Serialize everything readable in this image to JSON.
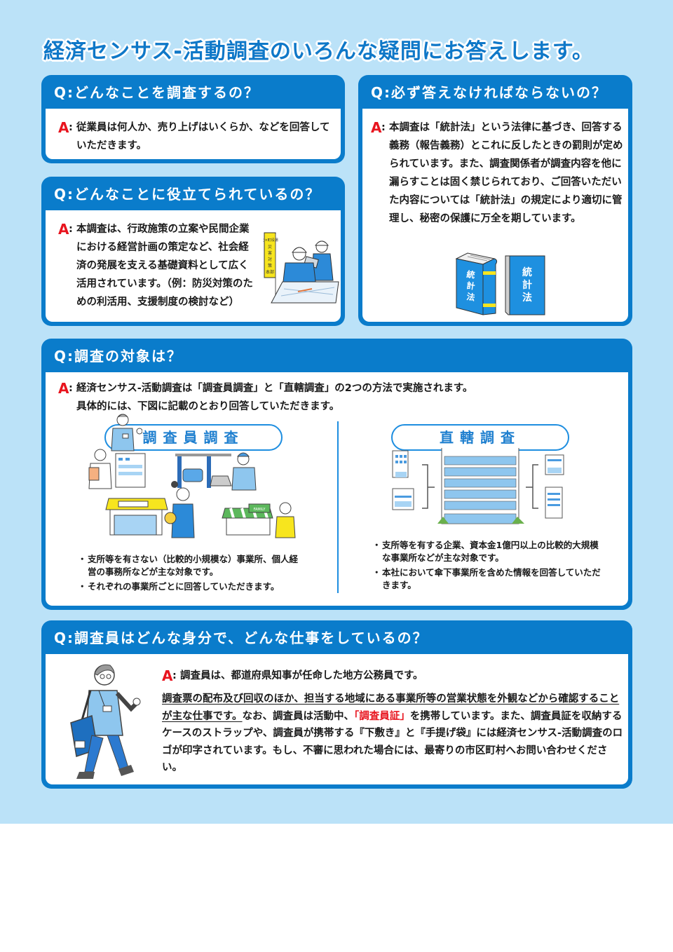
{
  "page": {
    "title": "経済センサス‐活動調査のいろんな疑問にお答えします。",
    "colors": {
      "background": "#bbe2f8",
      "card_blue": "#0a7ccb",
      "title_blue": "#0f78c8",
      "answer_red": "#e8141e",
      "accent_yellow": "#f7e51e"
    }
  },
  "faq": [
    {
      "question": "Q:どんなことを調査するの？",
      "answer_mark": "A",
      "answer": "従業員は何人か、売り上げはいくらか、などを回答していただきます。"
    },
    {
      "question": "Q:どんなことに役立てられているの？",
      "answer_mark": "A",
      "answer": "本調査は、行政施策の立案や民間企業における経営計画の策定など、社会経済の発展を支える基礎資料として広く活用されています。（例：防災対策のための利活用、支援制度の検討など）",
      "illustration": {
        "icon": "disaster-response-workers-illustration",
        "banner_text": "○×町役場 災害対策本部"
      }
    },
    {
      "question": "Q:必ず答えなければならないの？",
      "answer_mark": "A",
      "answer": "本調査は「統計法」という法律に基づき、回答する義務（報告義務）とこれに反したときの罰則が定められています。また、調査関係者が調査内容を他に漏らすことは固く禁じられており、ご回答いただいた内容については「統計法」の規定により適切に管理し、秘密の保護に万全を期しています。",
      "illustration": {
        "icon": "statistics-act-books-illustration",
        "book_label_1": "統計法",
        "book_label_2": "統計法"
      }
    },
    {
      "question": "Q:調査の対象は？",
      "answer_mark": "A",
      "answer_line1": "経済センサス‐活動調査は「調査員調査」と「直轄調査」の2つの方法で実施されます。",
      "answer_line2": "具体的には、下図に記載のとおり回答していただきます。",
      "methods": [
        {
          "label": "調査員調査",
          "icon": "field-survey-small-businesses-illustration",
          "bullets": [
            "支所等を有さない（比較的小規模な）事業所、個人経営の事務所などが主な対象です。",
            "それぞれの事業所ごとに回答していただきます。"
          ]
        },
        {
          "label": "直轄調査",
          "icon": "headquarters-building-with-branches-illustration",
          "bullets": [
            "支所等を有する企業、資本金1億円以上の比較的大規模な事業所などが主な対象です。",
            "本社において傘下事業所を含めた情報を回答していただきます。"
          ]
        }
      ]
    },
    {
      "question": "Q:調査員はどんな身分で、どんな仕事をしているの？",
      "answer_mark": "A",
      "answer": "調査員は、都道府県知事が任命した地方公務員です。",
      "detail_underlined": "調査票の配布及び回収のほか、担当する地域にある事業所等の営業状態を外観などから確認することが主な仕事です。",
      "detail_part1": "なお、調査員は活動中、",
      "detail_highlight": "「調査員証」",
      "detail_part2": "を携帯しています。また、調査員証を収納するケースのストラップや、調査員が携帯する『下敷き』と『手提げ袋』には経済センサス‐活動調査のロゴが印字されています。もし、不審に思われた場合には、最寄りの市区町村へお問い合わせください。",
      "illustration": {
        "icon": "walking-enumerator-illustration"
      }
    }
  ]
}
